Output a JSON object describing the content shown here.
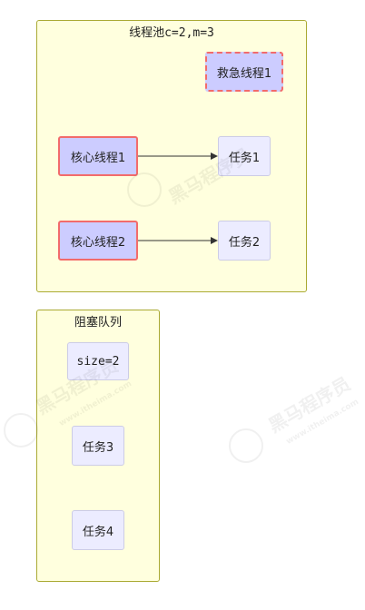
{
  "clusters": {
    "pool": {
      "title": "线程池c=2,m=3",
      "nodes": {
        "emergency1": "救急线程1",
        "core1": "核心线程1",
        "core2": "核心线程2",
        "task1": "任务1",
        "task2": "任务2"
      }
    },
    "queue": {
      "title": "阻塞队列",
      "nodes": {
        "size": "size=2",
        "task3": "任务3",
        "task4": "任务4"
      }
    }
  },
  "edges": [
    {
      "from": "核心线程1",
      "to": "任务1"
    },
    {
      "from": "核心线程2",
      "to": "任务2"
    }
  ],
  "watermark": {
    "text": "黑马程序员",
    "subtext": "www.itheima.com"
  },
  "colors": {
    "cluster_fill": "#ffffde",
    "cluster_border": "#aaaa33",
    "node_fill": "#ccccff",
    "task_fill": "#ececff",
    "highlight_border": "#f26b6b"
  }
}
